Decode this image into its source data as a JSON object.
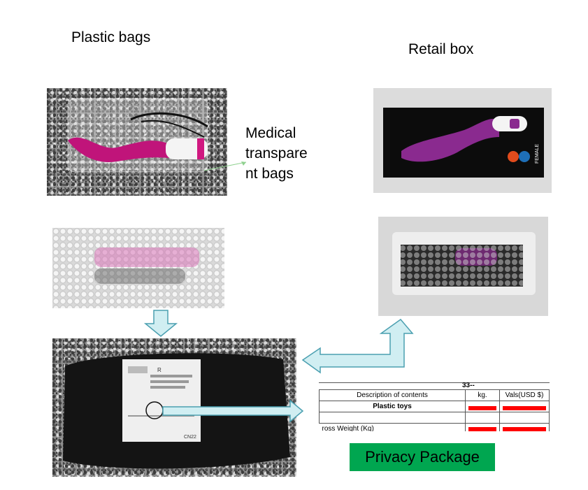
{
  "headings": {
    "plastic_bags": "Plastic bags",
    "retail_box": "Retail box"
  },
  "medical_note": {
    "line1": "Medical",
    "line2": "transpare",
    "line3": "nt bags"
  },
  "retail_box_print": {
    "female": "FEMALE"
  },
  "label": {
    "registered_mark": "R",
    "service_code": "CN22"
  },
  "customs_table": {
    "top_code": "33--",
    "headers": [
      "Description of contents",
      "kg.",
      "Vals(USD $)"
    ],
    "item": "Plastic toys",
    "footer": "ross Weight (Kg)"
  },
  "privacy_button": "Privacy Package",
  "colors": {
    "arrow_fill": "#d0eef2",
    "arrow_stroke": "#4a9fb0",
    "privacy_green": "#00a650",
    "toy_pink": "#c0147a",
    "redaction": "#ff0000"
  }
}
